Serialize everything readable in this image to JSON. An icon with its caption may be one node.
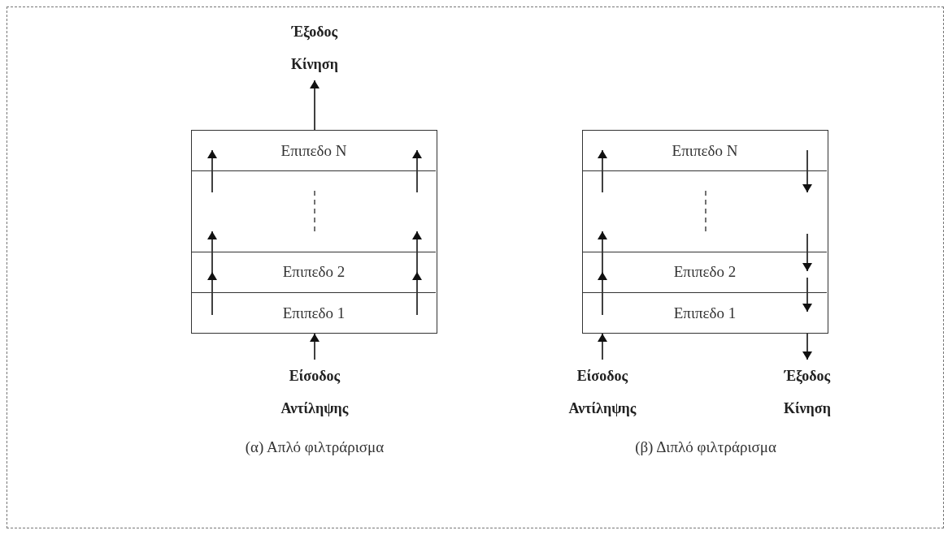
{
  "diagram": {
    "nodes": [
      {
        "text": [],
        "shape": "box"
      },
      {
        "text": [
          "Επιπεδο N"
        ],
        "in": 0
      },
      {
        "text": [
          "Επιπεδο 2"
        ],
        "in": 0
      },
      {
        "text": [
          "Επιπεδο 1"
        ],
        "in": 0
      },
      {
        "text": [
          "Έξοδος Κίνηση"
        ]
      },
      {
        "text": [
          "Είσοδος Αντίληψης"
        ]
      },
      {
        "text": [],
        "shape": "box"
      },
      {
        "text": [
          "Επιπεδο N"
        ],
        "in": 6
      },
      {
        "text": [
          "Επιπεδο 2"
        ],
        "in": 6
      },
      {
        "text": [
          "Επιπεδο 1"
        ],
        "in": 6
      },
      {
        "text": [
          "Είσοδος Αντίληψης"
        ]
      },
      {
        "text": [
          "Έξοδος Κίνηση"
        ]
      }
    ],
    "edges": [
      {
        "from": 5,
        "to": 0,
        "arrow": "to"
      },
      {
        "from": 0,
        "to": 4,
        "arrow": "to"
      },
      {
        "from": 10,
        "to": 6,
        "arrow": "to"
      },
      {
        "from": 6,
        "to": 11,
        "arrow": "to"
      }
    ],
    "labels": [
      "(α) Απλό φιλτράρισμα",
      "(β) Διπλό φιλτράρισμα"
    ]
  }
}
